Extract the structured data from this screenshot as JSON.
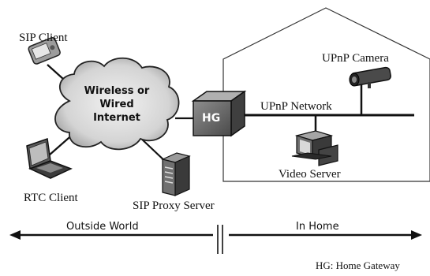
{
  "labels": {
    "sip_client": "SIP Client",
    "rtc_client": "RTC Client",
    "cloud_line1": "Wireless or",
    "cloud_line2": "Wired",
    "cloud_line3": "Internet",
    "sip_proxy": "SIP Proxy Server",
    "hg": "HG",
    "upnp_network": "UPnP Network",
    "upnp_camera": "UPnP Camera",
    "video_server": "Video Server",
    "outside_world": "Outside World",
    "in_home": "In Home",
    "footnote": "HG: Home Gateway"
  }
}
